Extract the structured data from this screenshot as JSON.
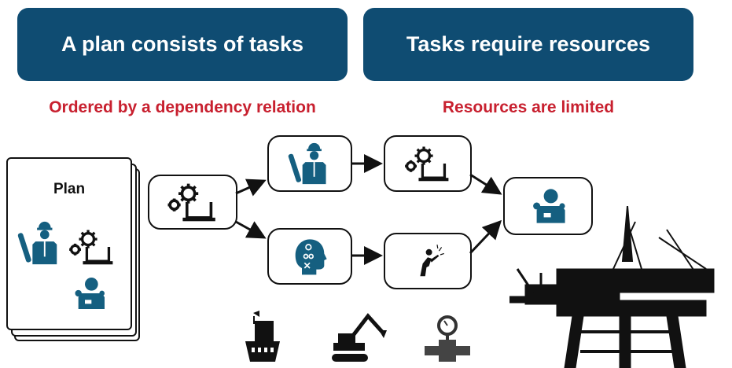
{
  "headers": {
    "left": "A plan consists of tasks",
    "right": "Tasks require resources"
  },
  "subtitles": {
    "left": "Ordered by a dependency relation",
    "right": "Resources are limited"
  },
  "plan": {
    "title": "Plan"
  },
  "colors": {
    "header_bg": "#0f4c72",
    "subtitle": "#c8202f",
    "icon_blue": "#155f80"
  },
  "icons": {
    "tasks": [
      "gears-laptop-icon",
      "engineer-icon",
      "gears-laptop-icon",
      "head-gears-icon",
      "welder-icon",
      "manager-icon"
    ],
    "resources": [
      "ship-icon",
      "excavator-icon",
      "valve-gauge-icon",
      "oil-rig-icon"
    ]
  }
}
